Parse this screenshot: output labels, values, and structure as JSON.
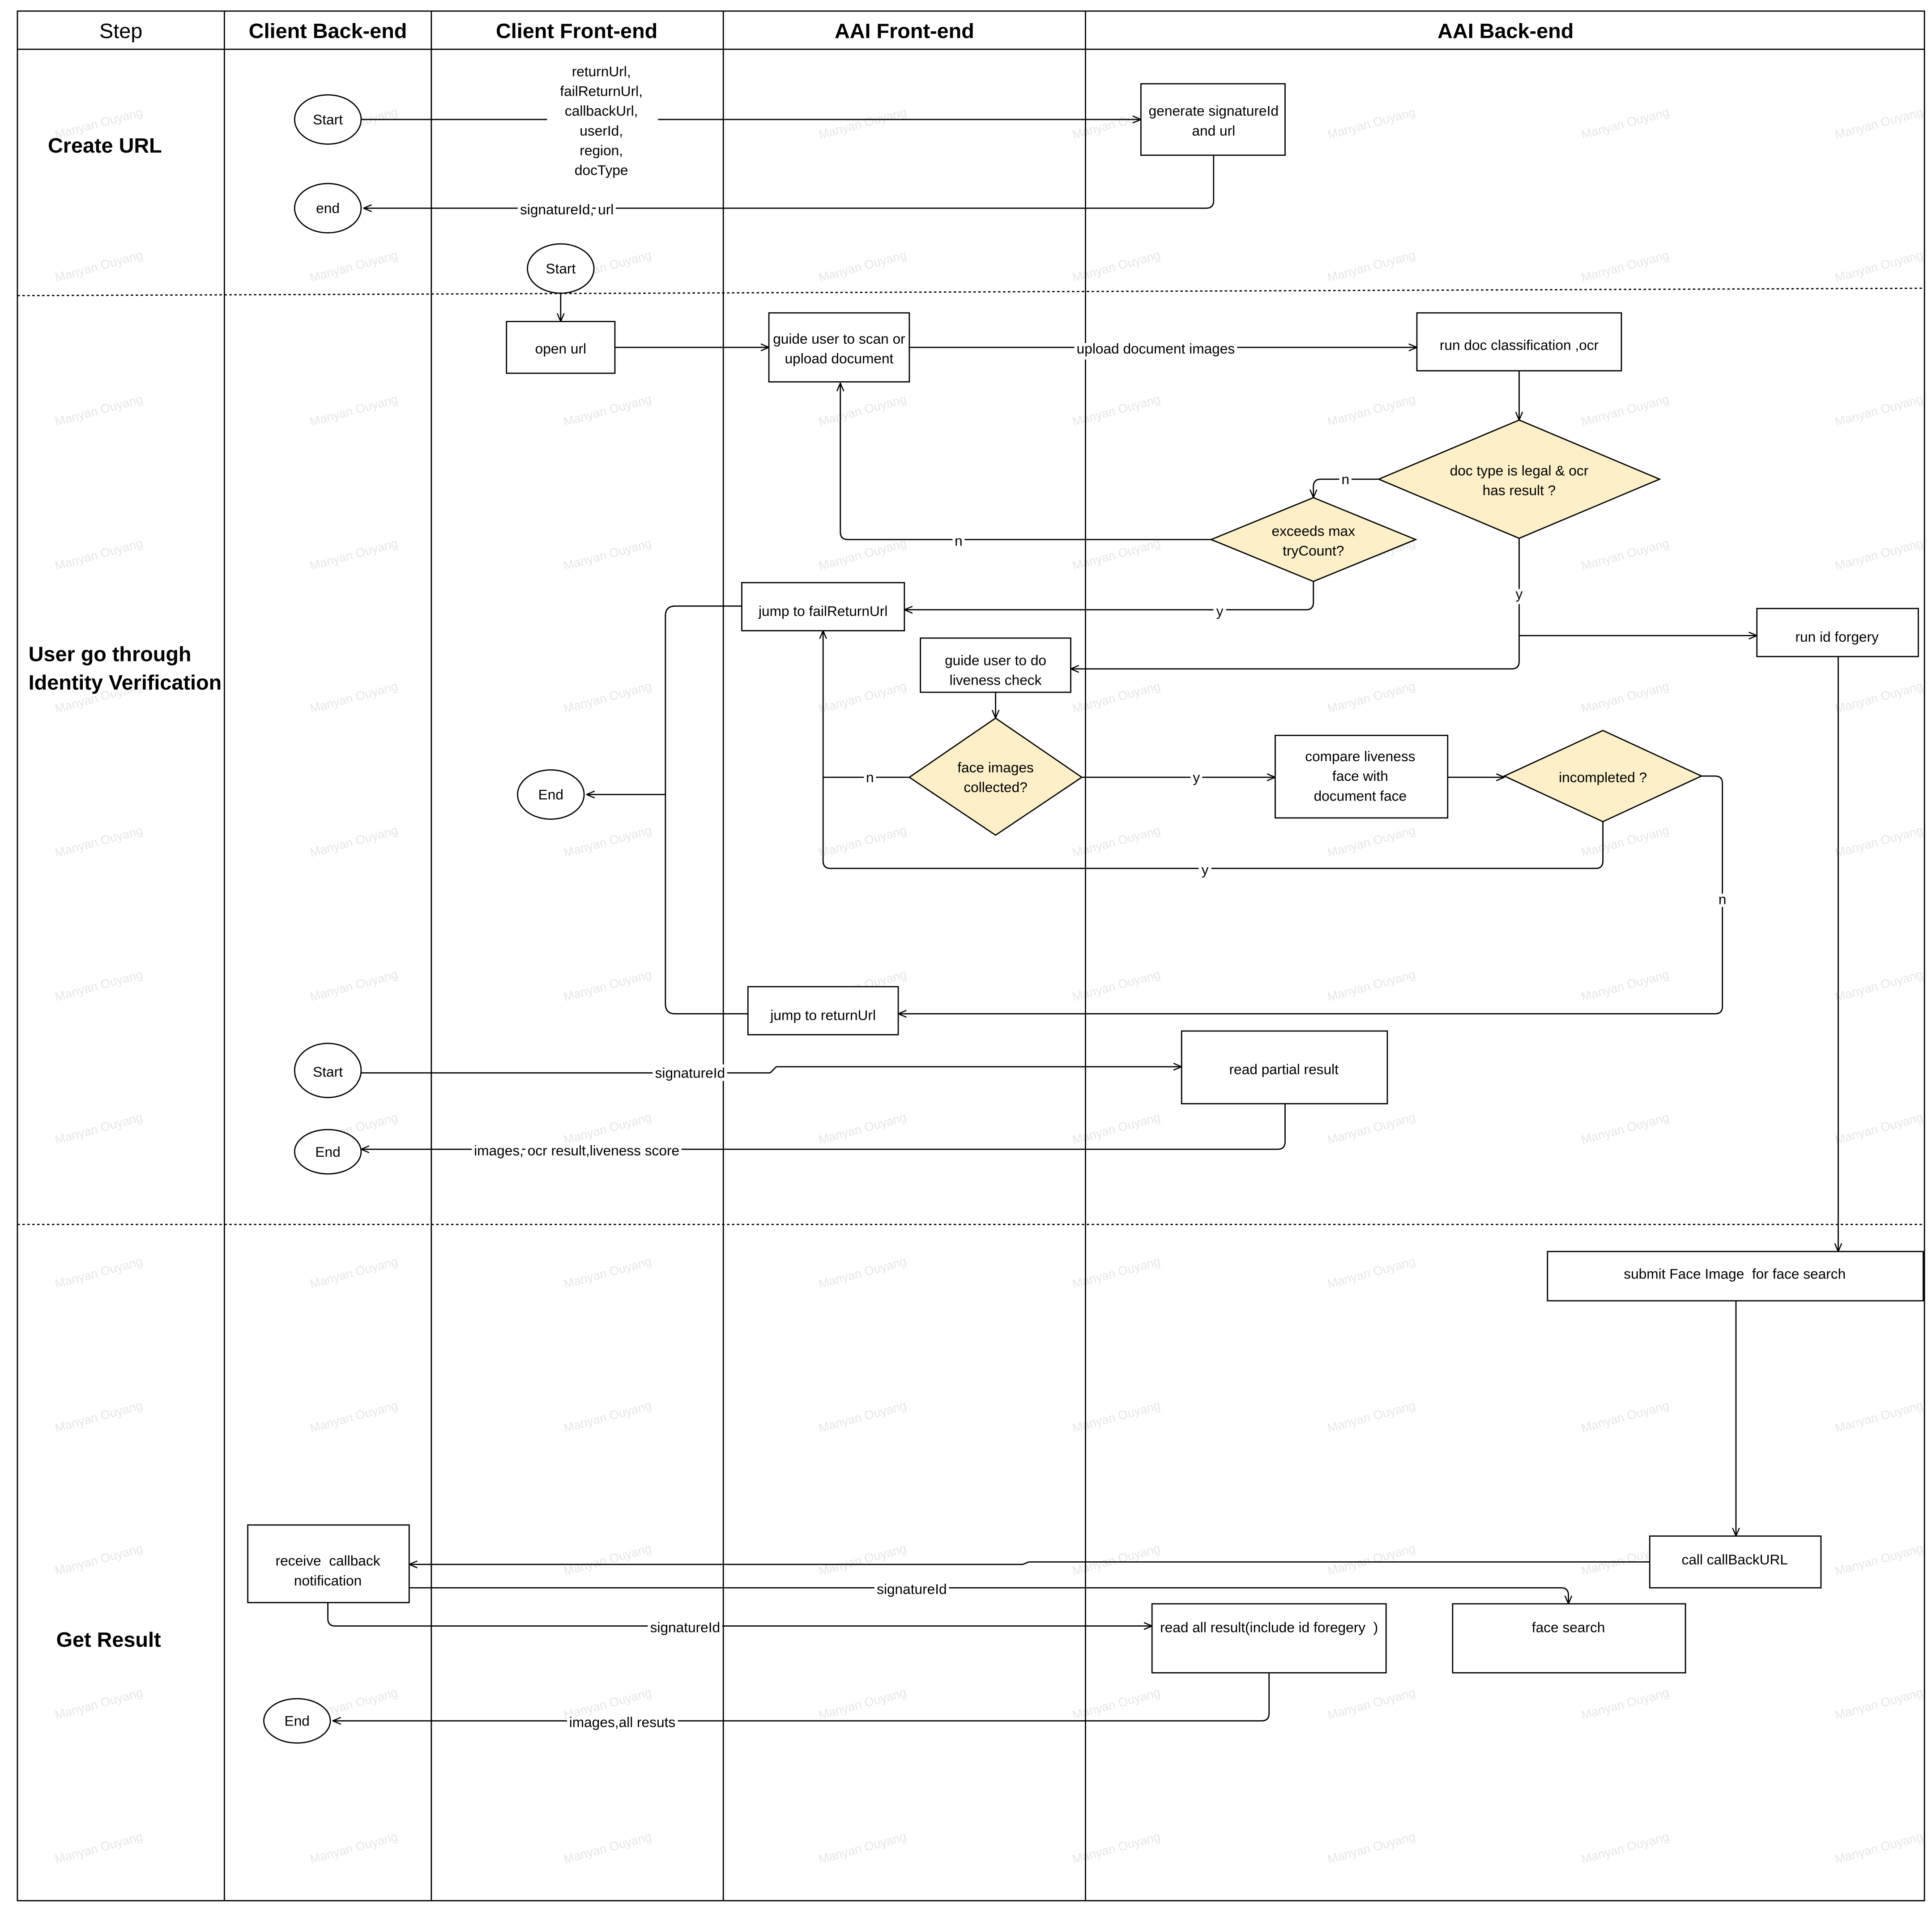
{
  "header": {
    "step": "Step",
    "lanes": [
      "Client Back-end",
      "Client Front-end",
      "AAI Front-end",
      "AAI Back-end"
    ]
  },
  "steps": {
    "create_url": "Create URL",
    "identity": [
      "User go through",
      "Identity Verification"
    ],
    "get_result": "Get Result"
  },
  "nodes": {
    "start_create": "Start",
    "end_create": "end",
    "generate": [
      "generate signatureId",
      "and url"
    ],
    "start_verify": "Start",
    "open_url": "open url",
    "guide_scan": [
      "guide user to scan or",
      "upload document"
    ],
    "run_doc": "run doc classification ,ocr",
    "doc_type_check": [
      "doc type is legal & ocr",
      "has result ?"
    ],
    "exceeds_max": [
      "exceeds max",
      "tryCount?"
    ],
    "jump_fail": "jump to failReturnUrl",
    "run_forgery": "run id forgery",
    "guide_liveness": [
      "guide user to do",
      "liveness check"
    ],
    "face_collected": [
      "face images",
      "collected?"
    ],
    "compare_face": [
      "compare liveness",
      "face with",
      "document face"
    ],
    "incompleted": "incompleted ?",
    "jump_return": "jump to returnUrl",
    "end_verify": "End",
    "start_partial": "Start",
    "read_partial": "read partial result",
    "end_partial": "End",
    "submit_face": "submit Face Image  for face search",
    "call_callback": "call callBackURL",
    "receive_callback": [
      "receive  callback",
      "notification"
    ],
    "face_search": "face search",
    "read_all": "read all result(include id foregery  )",
    "end_result": "End"
  },
  "edges": {
    "create_params": [
      "returnUrl,",
      "failReturnUrl,",
      "callbackUrl,",
      "userId,",
      "region,",
      "docType"
    ],
    "signature_url": "signatureId, url",
    "upload_images": "upload document images",
    "doc_no": "n",
    "exceeds_no": "n",
    "exceeds_yes": "y",
    "doc_yes": "y",
    "face_no": "n",
    "face_yes": "y",
    "incompleted_yes": "y",
    "incompleted_no": "n",
    "partial_request": "signatureId",
    "partial_response": "images, ocr result,liveness score",
    "callback_signature": "signatureId",
    "result_signature": "signatureId",
    "all_results": "images,all resuts"
  },
  "colors": {
    "decision_fill": "#fdf0c9",
    "line": "#000000",
    "background": "#ffffff",
    "watermark": "#c8c8c8"
  },
  "watermark": {
    "text": "Manyan Ouyang"
  }
}
